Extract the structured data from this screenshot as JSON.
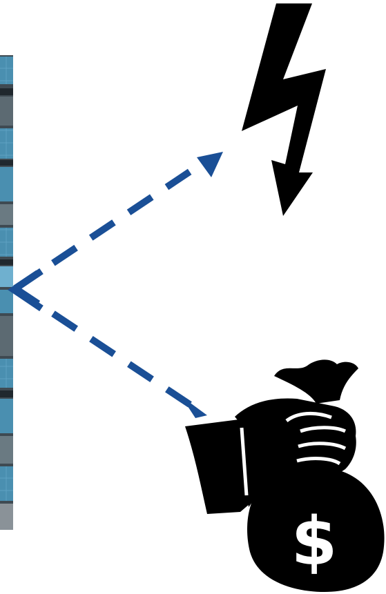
{
  "figure": {
    "source_panel": {
      "icon": "solar-panel-array-photo",
      "colors": {
        "panel": "#4a8fb0",
        "panel_light": "#6fb0cf",
        "frame": "#3f4a52",
        "gap": "#20282e"
      }
    },
    "outputs": [
      {
        "icon": "lightning-bolt-icon",
        "meaning": "electricity"
      },
      {
        "icon": "money-bag-icon",
        "meaning": "money",
        "glyph": "$"
      }
    ],
    "arrows": {
      "style": "dashed",
      "color": "#1a4f96",
      "count": 2
    },
    "colors": {
      "icon_fill": "#000000",
      "background": "#ffffff"
    }
  }
}
